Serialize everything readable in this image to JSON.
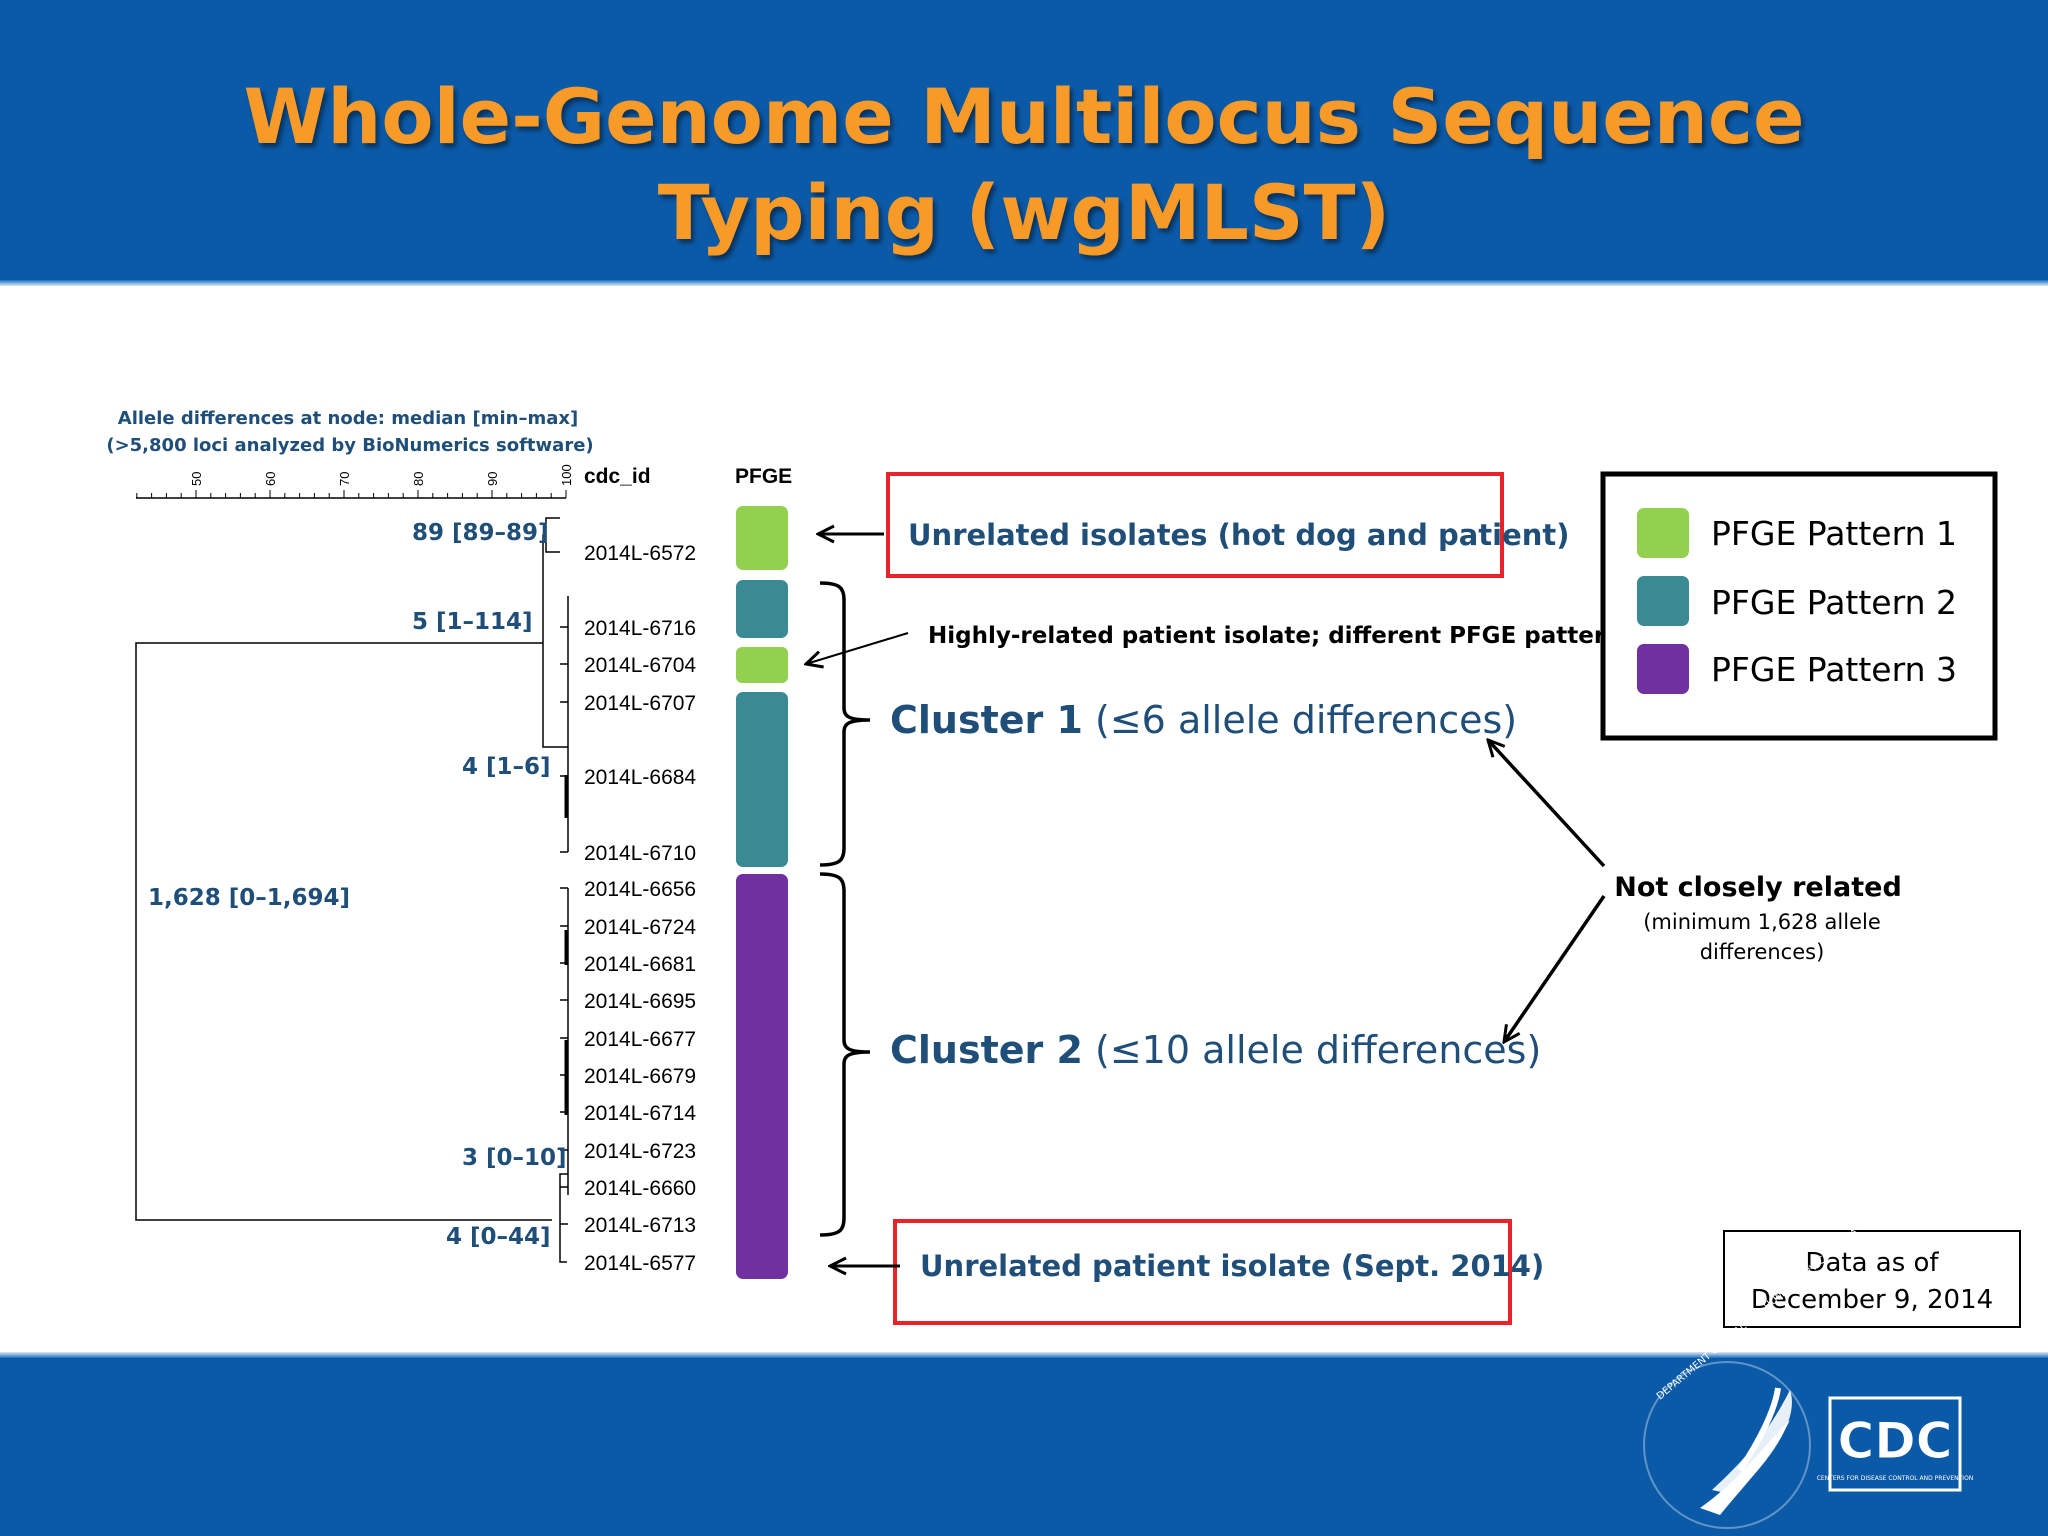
{
  "slide": {
    "title_line1": "Whole-Genome Multilocus Sequence",
    "title_line2": "Typing (wgMLST)"
  },
  "dendrogram": {
    "caption_line1": "Allele differences at node: median [min–max]",
    "caption_line2": "(>5,800 loci analyzed by BioNumerics software)",
    "scale_ticks": [
      "50",
      "60",
      "70",
      "80",
      "90",
      "100"
    ],
    "column_id_header": "cdc_id",
    "column_pfge_header": "PFGE",
    "node_labels": [
      "89 [89–89]",
      "5 [1–114]",
      "4 [1–6]",
      "1,628 [0–1,694]",
      "3 [0–10]",
      "4 [0–44]"
    ],
    "isolates": [
      {
        "id": "2014L-6572",
        "pfge": 1
      },
      {
        "id": "2014L-6716",
        "pfge": 2
      },
      {
        "id": "2014L-6704",
        "pfge": 1
      },
      {
        "id": "2014L-6707",
        "pfge": 2
      },
      {
        "id": "2014L-6684",
        "pfge": 2
      },
      {
        "id": "2014L-6710",
        "pfge": 2
      },
      {
        "id": "2014L-6656",
        "pfge": 3
      },
      {
        "id": "2014L-6724",
        "pfge": 3
      },
      {
        "id": "2014L-6681",
        "pfge": 3
      },
      {
        "id": "2014L-6695",
        "pfge": 3
      },
      {
        "id": "2014L-6677",
        "pfge": 3
      },
      {
        "id": "2014L-6679",
        "pfge": 3
      },
      {
        "id": "2014L-6714",
        "pfge": 3
      },
      {
        "id": "2014L-6723",
        "pfge": 3
      },
      {
        "id": "2014L-6660",
        "pfge": 3
      },
      {
        "id": "2014L-6713",
        "pfge": 3
      },
      {
        "id": "2014L-6577",
        "pfge": 3
      }
    ]
  },
  "annotations": {
    "unrelated_hotdog": "Unrelated isolates (hot dog and patient)",
    "highly_related": "Highly-related patient isolate; different PFGE pattern",
    "cluster1_bold": "Cluster 1",
    "cluster1_rest": " (≤6 allele differences)",
    "cluster2_bold": "Cluster 2",
    "cluster2_rest": " (≤10 allele differences)",
    "not_closely_related": "Not closely related",
    "min_diff_line1": "(minimum 1,628 allele",
    "min_diff_line2": "differences)",
    "unrelated_sept": "Unrelated patient isolate (Sept. 2014)"
  },
  "legend": [
    {
      "label": "PFGE Pattern 1",
      "color": "#92d050"
    },
    {
      "label": "PFGE Pattern 2",
      "color": "#3a8a93"
    },
    {
      "label": "PFGE Pattern 3",
      "color": "#7030a0"
    }
  ],
  "data_note": {
    "line1": "Data as of",
    "line2": "December 9, 2014"
  },
  "footer": {
    "cdc_logo_text": "CDC",
    "cdc_logo_subtext": "CENTERS FOR DISEASE CONTROL AND PREVENTION",
    "hhs_seal_text": "DEPARTMENT OF HEALTH & HUMAN SERVICES · USA"
  },
  "colors": {
    "banner_blue": "#0b5aa8",
    "title_orange": "#f79a27",
    "annotation_blue": "#1f4e79",
    "callout_red": "#e8232a",
    "pfge1": "#92d050",
    "pfge2": "#3a8a93",
    "pfge3": "#7030a0"
  }
}
